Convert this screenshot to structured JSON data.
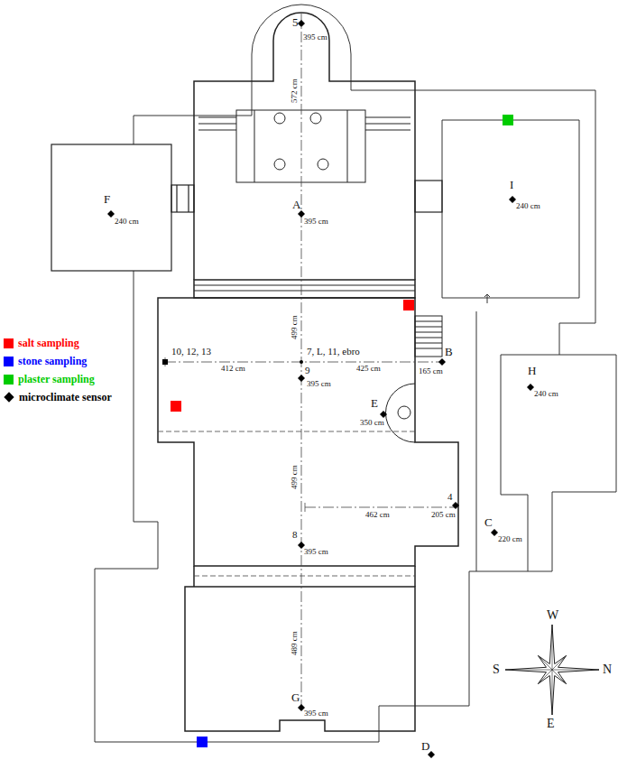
{
  "diagram": {
    "labels": [
      "5",
      "395 cm",
      "572 cm",
      "A",
      "395 cm",
      "F",
      "240 cm",
      "I",
      "240 cm",
      "10, 12, 13",
      "7, L, 11, ebro",
      "412 cm",
      "425 cm",
      "B",
      "165 cm",
      "9",
      "395 cm",
      "499 cm",
      "E",
      "350 cm",
      "H",
      "240 cm",
      "499 cm",
      "4",
      "205 cm",
      "462 cm",
      "C",
      "220 cm",
      "8",
      "395 cm",
      "489 cm",
      "G",
      "395 cm",
      "D",
      "W",
      "S",
      "N",
      "E"
    ],
    "legend": [
      {
        "text": "salt sampling",
        "color": "#ff0000"
      },
      {
        "text": "stone sampling",
        "color": "#0000ff"
      },
      {
        "text": "plaster sampling",
        "color": "#00cc00"
      },
      {
        "text": "microclimate sensor"
      }
    ]
  }
}
